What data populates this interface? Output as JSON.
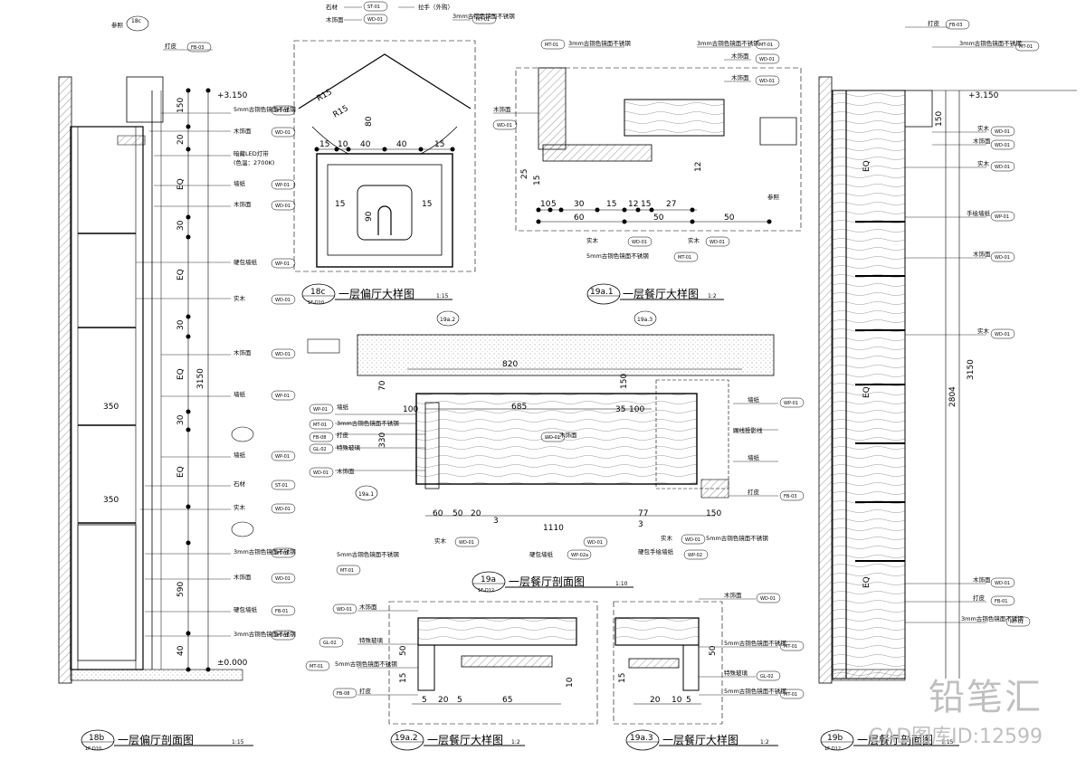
{
  "titles": {
    "t18c": {
      "id": "18c",
      "ref": "1F-D10",
      "name": "一层偏厅大样图",
      "scale": "1:15"
    },
    "t19a1": {
      "id": "19a.1",
      "ref": "",
      "name": "一层餐厅大样图",
      "scale": "1:2"
    },
    "t19a": {
      "id": "19a",
      "ref": "1F-D12",
      "name": "一层餐厅剖面图",
      "scale": "1:10"
    },
    "t19a2": {
      "id": "19a.2",
      "ref": "",
      "name": "一层餐厅大样图",
      "scale": "1:2"
    },
    "t19a3": {
      "id": "19a.3",
      "ref": "",
      "name": "一层餐厅大样图",
      "scale": "1:2"
    },
    "t18b": {
      "id": "18b",
      "ref": "1F-D10",
      "name": "一层偏厅剖面图",
      "scale": "1:15"
    },
    "t19b": {
      "id": "19b",
      "ref": "1F-D12",
      "name": "一层餐厅剖面图",
      "scale": "1:15"
    }
  },
  "labels": {
    "ref": "参照",
    "dapi": "打皮",
    "brass": "5mm古铜色镜面不锈钢",
    "brass2": "3mm古铜色镜面不锈钢",
    "wood": "木饰面",
    "led": "暗藏LED灯带",
    "led_color": "(色温：2700K)",
    "wp": "墙纸",
    "hwp": "硬包墙纸",
    "solid": "实木",
    "stone": "石材",
    "handle": "拉手（外购）",
    "handpaint": "手绘墙纸",
    "special_glass": "特殊玻璃",
    "baseline": "踢线投影线",
    "hwp2": "硬包手绘墙纸",
    "c_mt01": "MT-01",
    "c_wd01": "WD-01",
    "c_wp01": "WP-01",
    "c_st01": "ST-01",
    "c_fb03": "FB-03",
    "c_fb01": "FB-01",
    "c_gl02": "GL-02",
    "c_wp02": "WP-02",
    "c_wp02a": "WP-02a",
    "c_fb08": "FB-08"
  },
  "dims": {
    "plus3150": "+3.150",
    "zero": "±0.000",
    "d3150": "3150",
    "d2804": "2804",
    "d150": "150",
    "d20": "20",
    "d30": "30",
    "eq": "EQ",
    "d350": "350",
    "d590": "590",
    "d40": "40",
    "d820": "820",
    "d685": "685",
    "d100": "100",
    "d70": "70",
    "d1110": "1110",
    "d330": "330",
    "d60": "60",
    "d50": "50",
    "d77": "77",
    "d3": "3",
    "d90": "90",
    "d80": "80",
    "d15": "15",
    "d10": "10",
    "d25": "25",
    "d12": "12",
    "d27": "27",
    "d65": "65",
    "d5": "5",
    "r15": "R15",
    "d35": "35"
  },
  "watermark": {
    "brand": "铅笔汇",
    "id": "CAD图库ID:12599"
  }
}
